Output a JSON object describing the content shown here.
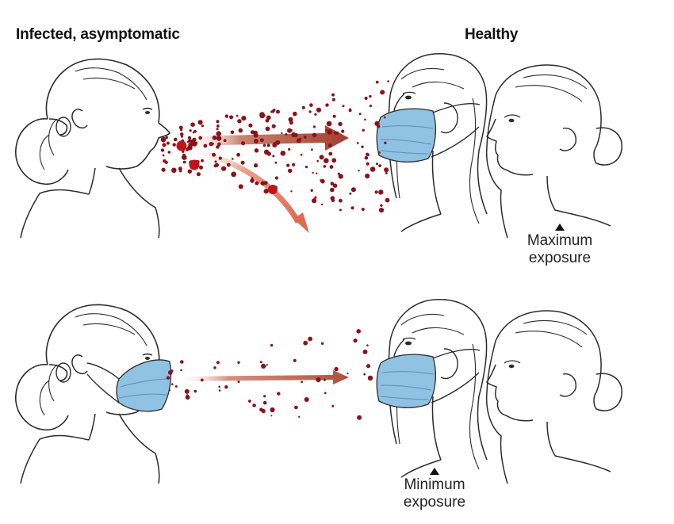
{
  "labels": {
    "infected": "Infected, asymptomatic",
    "healthy": "Healthy"
  },
  "panels": [
    {
      "id": "unmasked-source",
      "exposure_line1": "Maximum",
      "exposure_line2": "exposure"
    },
    {
      "id": "masked-source",
      "exposure_line1": "Minimum",
      "exposure_line2": "exposure"
    }
  ],
  "colors": {
    "line_art": "#2b2b2b",
    "mask": "#8fc2e3",
    "droplet": "#8a1219",
    "droplet_large": "#c0141d",
    "arrow_dark": "#a34536",
    "arrow_light": "#e8826a"
  },
  "icons": [
    "triangle-up-icon"
  ]
}
